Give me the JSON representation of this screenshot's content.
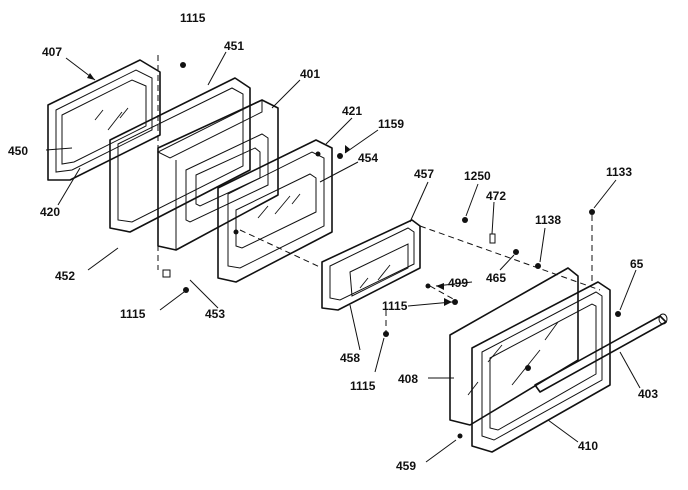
{
  "diagram": {
    "labels": {
      "l1115_top": "1115",
      "l407": "407",
      "l451": "451",
      "l401": "401",
      "l421": "421",
      "l1159": "1159",
      "l454": "454",
      "l450": "450",
      "l420": "420",
      "l452": "452",
      "l1115_left": "1115",
      "l453": "453",
      "l457": "457",
      "l1250": "1250",
      "l472": "472",
      "l1133": "1133",
      "l1138": "1138",
      "l465": "465",
      "l499": "499",
      "l65": "65",
      "l1115_mid": "1115",
      "l458": "458",
      "l1115_bot": "1115",
      "l408": "408",
      "l403": "403",
      "l410": "410",
      "l459": "459"
    }
  }
}
